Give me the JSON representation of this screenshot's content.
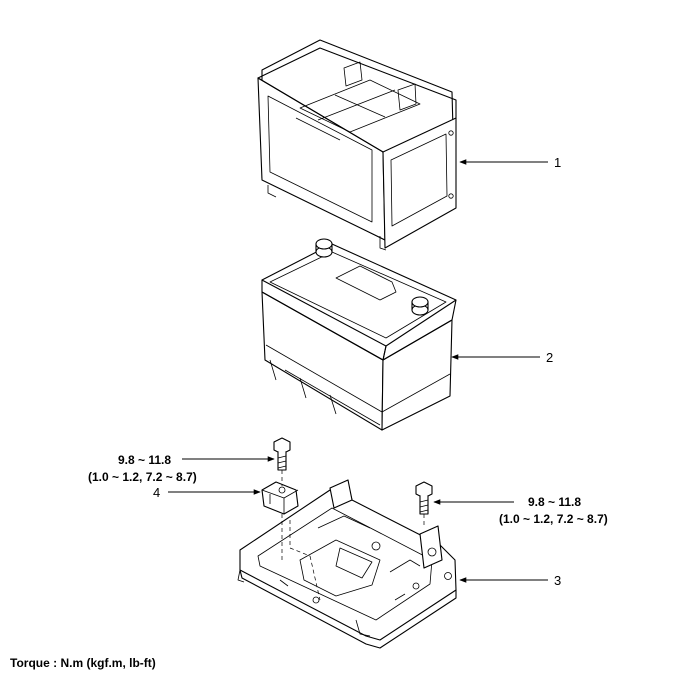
{
  "parts": {
    "p1": "1",
    "p2": "2",
    "p3": "3",
    "p4": "4"
  },
  "torque_left": {
    "line1": "9.8 ~ 11.8",
    "line2": "(1.0 ~ 1.2, 7.2 ~ 8.7)"
  },
  "torque_right": {
    "line1": "9.8 ~ 11.8",
    "line2": "(1.0 ~ 1.2, 7.2 ~ 8.7)"
  },
  "footer": {
    "torque_units": "Torque : N.m (kgf.m, lb-ft)"
  }
}
